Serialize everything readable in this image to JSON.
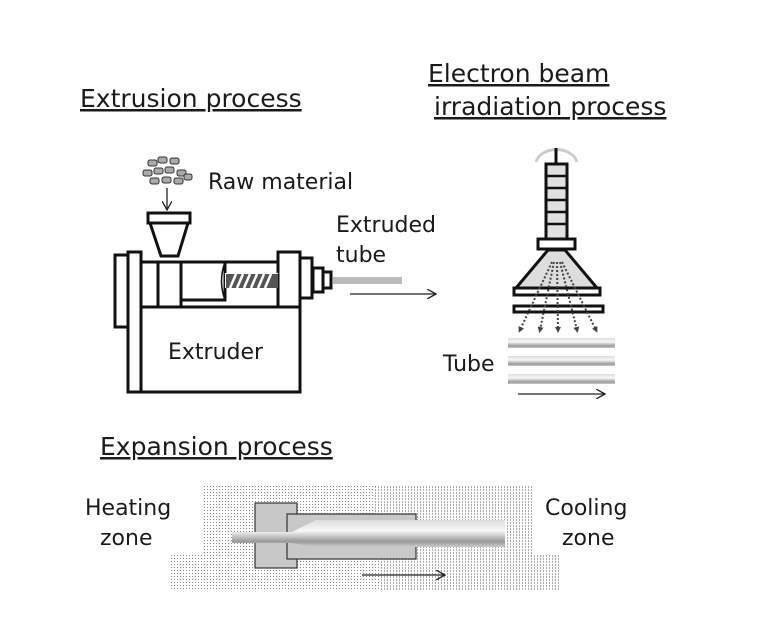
{
  "extrusion": {
    "title": "Extrusion process",
    "raw_material": "Raw material",
    "extruded_tube_line1": "Extruded",
    "extruded_tube_line2": "tube",
    "extruder": "Extruder"
  },
  "irradiation": {
    "title_line1": "Electron beam",
    "title_line2": "irradiation process",
    "tube": "Tube"
  },
  "expansion": {
    "title": "Expansion process",
    "heating_line1": "Heating",
    "heating_line2": "zone",
    "cooling_line1": "Cooling",
    "cooling_line2": "zone"
  }
}
